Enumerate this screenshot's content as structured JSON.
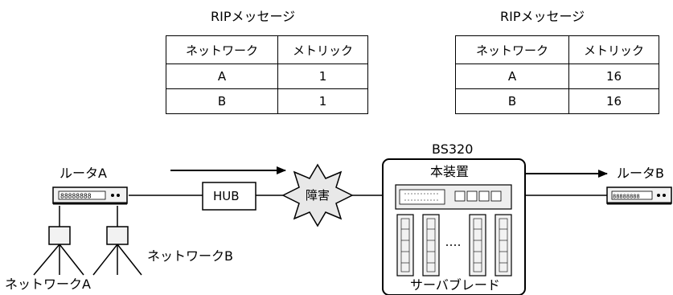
{
  "rip_tables": [
    {
      "title": "RIPメッセージ",
      "headers": [
        "ネットワーク",
        "メトリック"
      ],
      "rows": [
        [
          "A",
          "1"
        ],
        [
          "B",
          "1"
        ]
      ]
    },
    {
      "title": "RIPメッセージ",
      "headers": [
        "ネットワーク",
        "メトリック"
      ],
      "rows": [
        [
          "A",
          "16"
        ],
        [
          "B",
          "16"
        ]
      ]
    }
  ],
  "diagram": {
    "router_a": "ルータA",
    "router_b": "ルータB",
    "hub": "HUB",
    "fault": "障害",
    "bs_model": "BS320",
    "this_device": "本装置",
    "server_blade": "サーバブレード",
    "network_a": "ネットワークA",
    "network_b": "ネットワークB",
    "router_panel_text": "88888888"
  }
}
